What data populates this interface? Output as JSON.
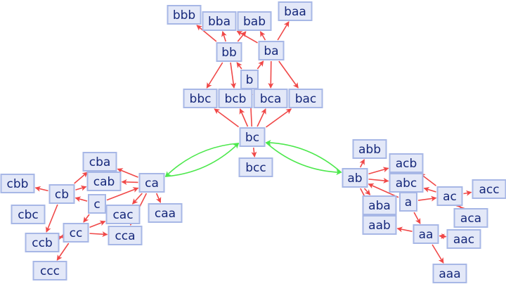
{
  "colors": {
    "edge": "#f04848",
    "edge_highlight": "#4ce84c",
    "node_fill": "#e3e8f8",
    "node_stroke": "#a7b7e6",
    "label": "#16287a"
  },
  "nodes": [
    "bbb",
    "bba",
    "bab",
    "baa",
    "bb",
    "ba",
    "b",
    "bbc",
    "bcb",
    "bca",
    "bac",
    "bc",
    "bcc",
    "cbb",
    "cb",
    "cba",
    "cab",
    "ca",
    "c",
    "cac",
    "cca",
    "caa",
    "cbc",
    "ccb",
    "cc",
    "ccc",
    "abb",
    "ab",
    "acb",
    "abc",
    "a",
    "ac",
    "acc",
    "aba",
    "aab",
    "aa",
    "aca",
    "aac",
    "aaa"
  ],
  "edges": [
    [
      "b",
      "bb"
    ],
    [
      "b",
      "ba"
    ],
    [
      "bb",
      "bbb"
    ],
    [
      "bb",
      "bba"
    ],
    [
      "bb",
      "bab"
    ],
    [
      "bb",
      "bbc"
    ],
    [
      "bb",
      "bcb"
    ],
    [
      "ba",
      "bab"
    ],
    [
      "ba",
      "bba"
    ],
    [
      "ba",
      "baa"
    ],
    [
      "ba",
      "bca"
    ],
    [
      "ba",
      "bac"
    ],
    [
      "bc",
      "b"
    ],
    [
      "bc",
      "bbc"
    ],
    [
      "bc",
      "bcb"
    ],
    [
      "bc",
      "bca"
    ],
    [
      "bc",
      "bac"
    ],
    [
      "bc",
      "bcc"
    ],
    [
      "ca",
      "cba"
    ],
    [
      "ca",
      "cab"
    ],
    [
      "ca",
      "cac"
    ],
    [
      "ca",
      "cca"
    ],
    [
      "ca",
      "caa"
    ],
    [
      "cb",
      "cbb"
    ],
    [
      "cb",
      "cba"
    ],
    [
      "cb",
      "cab"
    ],
    [
      "cb",
      "ccb"
    ],
    [
      "c",
      "cb"
    ],
    [
      "c",
      "cc"
    ],
    [
      "c",
      "ca"
    ],
    [
      "cc",
      "ccb"
    ],
    [
      "cc",
      "cac"
    ],
    [
      "cc",
      "cca"
    ],
    [
      "cc",
      "ccc"
    ],
    [
      "ccb",
      "cc"
    ],
    [
      "ab",
      "abb"
    ],
    [
      "ab",
      "acb"
    ],
    [
      "ab",
      "abc"
    ],
    [
      "ab",
      "aba"
    ],
    [
      "ab",
      "aab"
    ],
    [
      "a",
      "ab"
    ],
    [
      "a",
      "ac"
    ],
    [
      "a",
      "aa"
    ],
    [
      "ac",
      "acb"
    ],
    [
      "ac",
      "abc"
    ],
    [
      "ac",
      "acc"
    ],
    [
      "ac",
      "aca"
    ],
    [
      "aca",
      "ac"
    ],
    [
      "aa",
      "aab"
    ],
    [
      "aa",
      "aac"
    ],
    [
      "aa",
      "aaa"
    ],
    [
      "aac",
      "aa"
    ]
  ],
  "highlight_edges": [
    [
      "bc",
      "ca"
    ],
    [
      "ca",
      "bc"
    ],
    [
      "bc",
      "ab"
    ],
    [
      "ab",
      "bc"
    ]
  ]
}
